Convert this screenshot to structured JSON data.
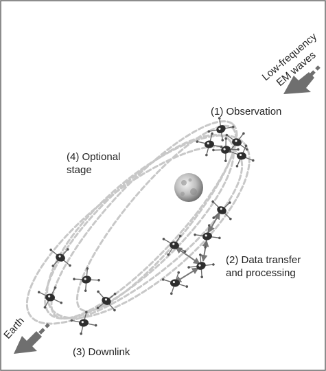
{
  "labels": {
    "incoming": [
      "Low-frequency",
      "EM waves"
    ],
    "observation": "(1) Observation",
    "optional": [
      "(4) Optional",
      "stage"
    ],
    "transfer": [
      "(2) Data transfer",
      "and processing"
    ],
    "downlink": "(3) Downlink",
    "earth": "Earth"
  },
  "colors": {
    "orbit": "#c8c8c8",
    "arrow": "#6f6f6f",
    "satellite": "#2e2e2e",
    "background": "#ffffff",
    "border": "#666666"
  },
  "icons": [
    "moon-icon",
    "satellite-icon",
    "arrow-icon"
  ]
}
